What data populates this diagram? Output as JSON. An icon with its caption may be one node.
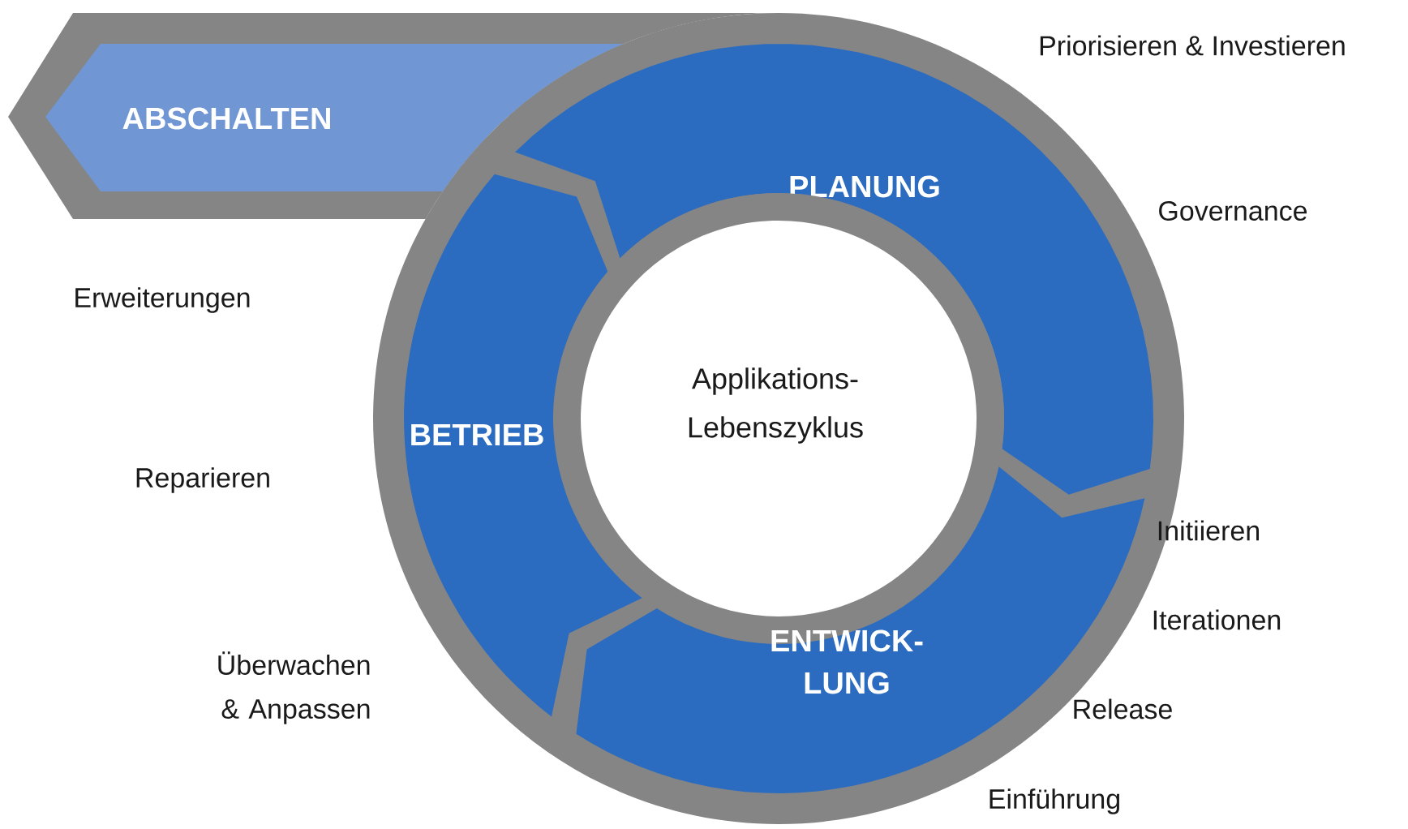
{
  "diagram": {
    "nodes": [
      {
        "text": [
          "ABSCHALTEN"
        ]
      },
      {
        "text": [
          "PLANUNG"
        ]
      },
      {
        "text": [
          "Applikations- Lebenszyklus"
        ]
      },
      {
        "text": [
          "BETRIEB"
        ]
      },
      {
        "text": [
          "ENTWICK- LUNG"
        ]
      }
    ],
    "labels": [
      "Priorisieren & Investieren",
      "Governance",
      "Erweiterungen",
      "Reparieren",
      "Initiieren",
      "Iterationen",
      "Überwachen & Anpassen",
      "Release",
      "Einführung"
    ]
  }
}
